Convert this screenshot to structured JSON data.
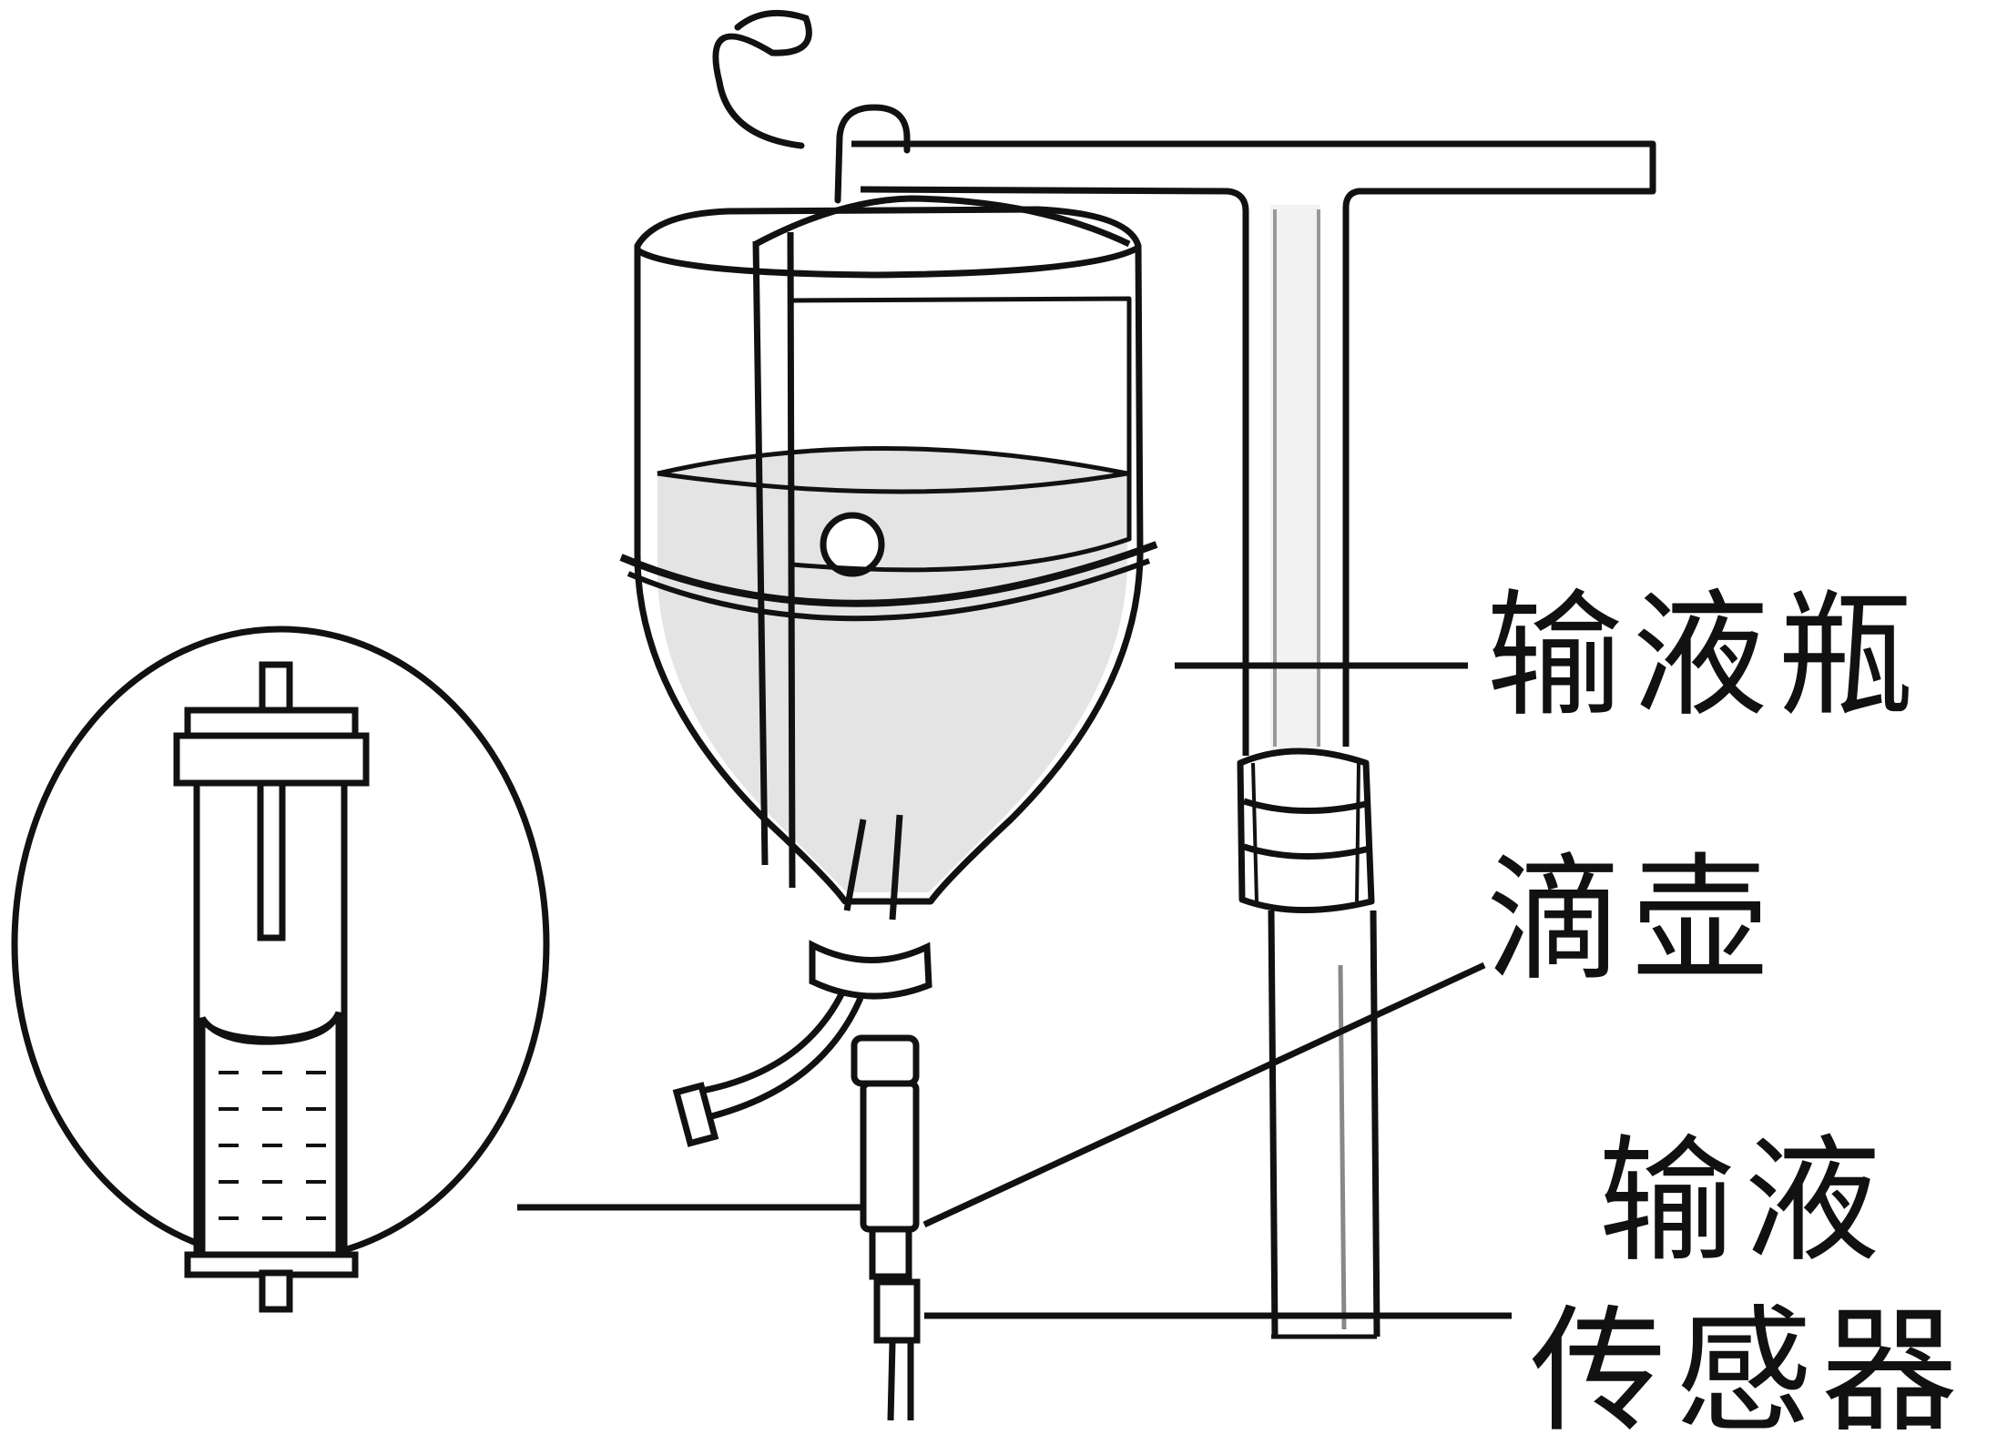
{
  "labels": {
    "bottle": "输液瓶",
    "drip_chamber": "滴壶",
    "sensor_line1": "输液",
    "sensor_line2": "传感器"
  },
  "colors": {
    "ink": "#111111",
    "liquid_fill": "#e4e4e4",
    "glass_highlight": "#f2f2f2",
    "background": "#ffffff"
  }
}
